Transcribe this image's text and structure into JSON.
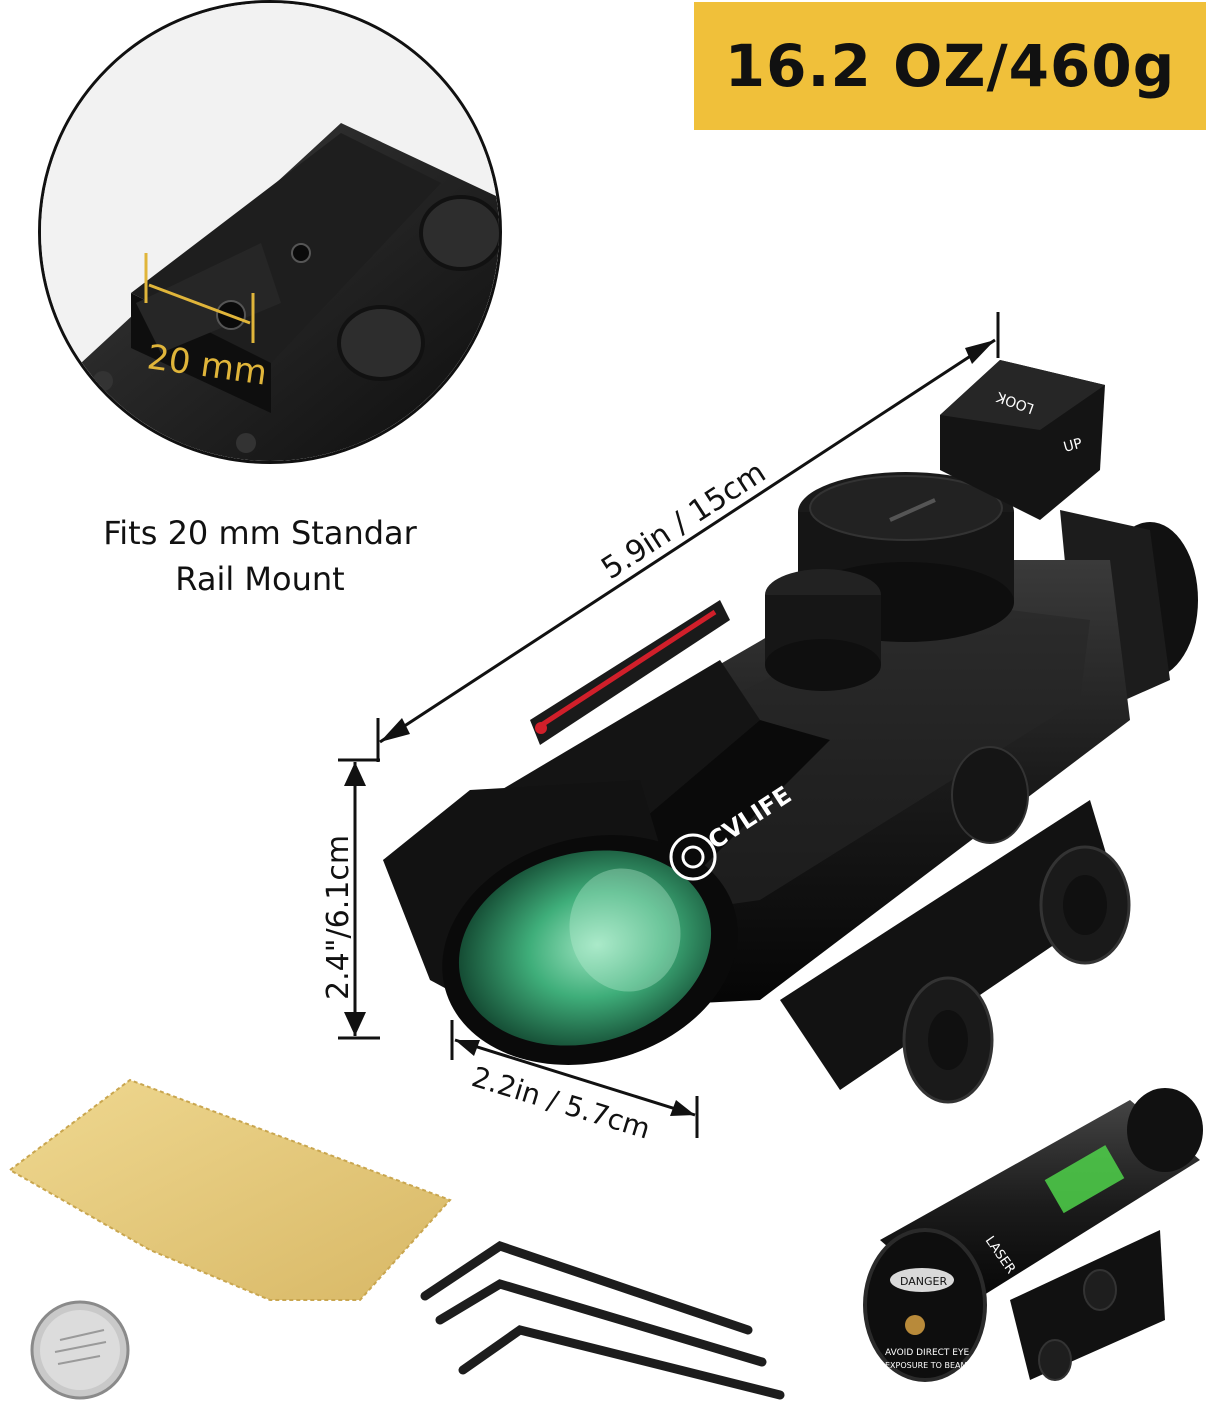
{
  "weight_label": "16.2 OZ/460g",
  "rail_detail": {
    "measure_label": "20 mm",
    "caption_line1": "Fits 20 mm Standar",
    "caption_line2": "Rail Mount"
  },
  "dimensions": {
    "length": "5.9in / 15cm",
    "height": "2.4\"/6.1cm",
    "width": "2.2in / 5.7cm"
  },
  "scope_brand": "CVLIFE",
  "laser_labels": {
    "danger": "DANGER",
    "laser": "LASER",
    "warning": "AVOID DIRECT EYE",
    "warning2": "EXPOSURE TO BEAM"
  },
  "turret_label": "LOOK",
  "turret_up": "UP",
  "colors": {
    "badge": "#f0c03a",
    "scope_body": "#1a1a1a",
    "lens": "#3fae7a",
    "fiber_sight": "#d11f2a",
    "cloth": "#e6cc80",
    "laser_window": "#4fd24a"
  }
}
